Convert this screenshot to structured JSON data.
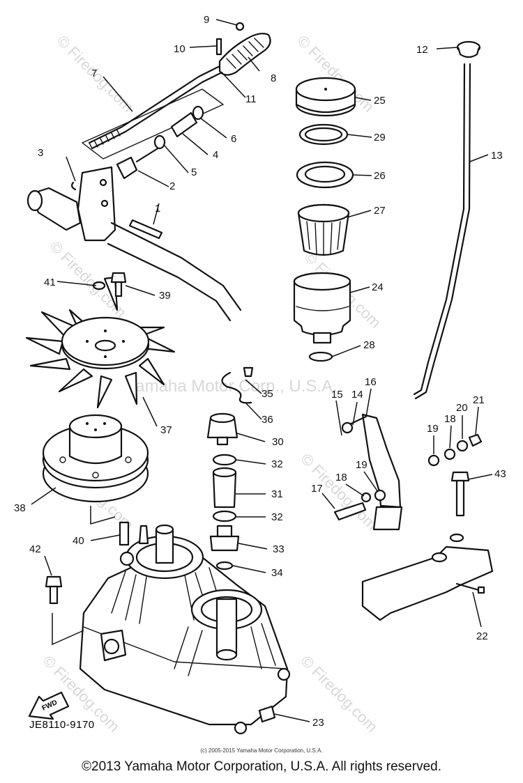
{
  "callouts": [
    "1",
    "2",
    "3",
    "4",
    "5",
    "6",
    "7",
    "8",
    "9",
    "10",
    "11",
    "12",
    "13",
    "14",
    "15",
    "16",
    "17",
    "18",
    "19",
    "19",
    "20",
    "21",
    "22",
    "23",
    "24",
    "25",
    "26",
    "27",
    "28",
    "29",
    "30",
    "31",
    "32",
    "32",
    "33",
    "34",
    "35",
    "36",
    "37",
    "38",
    "39",
    "40",
    "41",
    "42",
    "43"
  ],
  "direction_label": "FWD",
  "diagram_code": "JE8110-9170",
  "watermarks": {
    "firedog": "© Firedog.com",
    "yamaha": "Yamaha Motor Corp., U.S.A."
  },
  "small_copyright": "(c) 2005-2015 Yamaha Motor Corporation, U.S.A.",
  "footer_copyright": "©2013 Yamaha Motor Corporation, U.S.A. All rights reserved."
}
